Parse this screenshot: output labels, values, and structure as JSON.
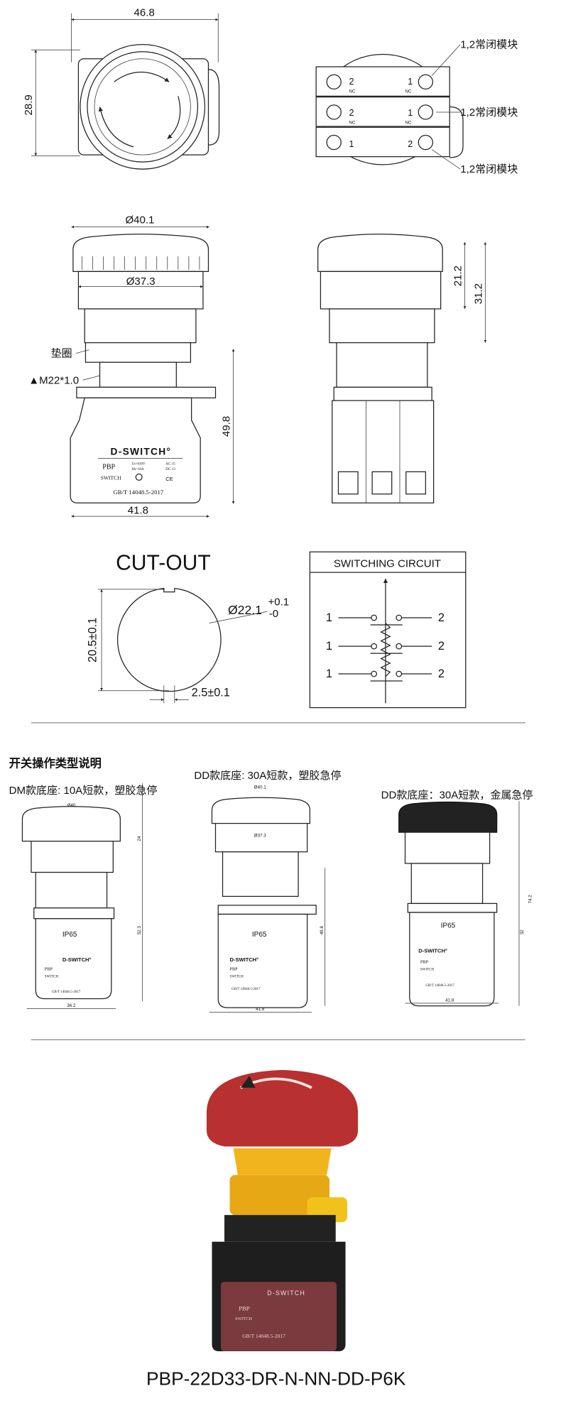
{
  "top_view": {
    "width_dim": "46.8",
    "height_dim": "28.9"
  },
  "rear_view": {
    "module_labels": [
      "1,2常闭模块",
      "1,2常闭模块",
      "1,2常闭模块"
    ],
    "terminal_left": "2",
    "terminal_right": "1",
    "nc": "NC",
    "bottom_left": "1",
    "bottom_right": "2"
  },
  "front_view": {
    "cap_diameter": "Ø40.1",
    "ring_diameter": "Ø37.3",
    "gasket_label": "垫圈",
    "thread_label": "▲M22*1.0",
    "height_dim": "49.8",
    "base_width": "41.8",
    "brand": "D-SWITCH°",
    "model": "PBP",
    "type": "SWITCH",
    "rating_ui": "Ui=630V",
    "rating_ith": "Ith=10A",
    "ac": "AC-15",
    "dc": "DC-13",
    "ce": "CE",
    "standard": "GB/T 14048.5-2017"
  },
  "side_view": {
    "dim_cap": "21.2",
    "dim_total": "31.2"
  },
  "cutout": {
    "title": "CUT-OUT",
    "diameter": "Ø22.1",
    "tol_plus": "+0.1",
    "tol_minus": "-0",
    "flat_dim": "20.5±0.1",
    "key_dim": "2.5±0.1"
  },
  "circuit": {
    "title": "SWITCHING CIRCUIT",
    "left_labels": [
      "1",
      "1",
      "1"
    ],
    "right_labels": [
      "2",
      "2",
      "2"
    ]
  },
  "types": {
    "heading": "开关操作类型说明",
    "items": [
      {
        "title": "DM款底座: 10A短款，塑胶急停",
        "dia": "Ø40",
        "h1": "24",
        "h2": "52.3",
        "w": "36.2",
        "ip": "IP65"
      },
      {
        "title": "DD款底座: 30A短款，塑胶急停",
        "dia": "Ø40.1",
        "dia2": "Ø37.3",
        "h2": "49.8",
        "w": "41.8",
        "ip": "IP65"
      },
      {
        "title": "DD款底座：30A短款，金属急停",
        "h1": "32",
        "h2": "74.2",
        "w": "41.8",
        "ip": "IP65"
      }
    ]
  },
  "photo": {
    "brand": "D-SWITCH",
    "model": "PBP",
    "type": "SWITCH",
    "standard": "GB/T 14048.5-2017"
  },
  "product_code": "PBP-22D33-DR-N-NN-DD-P6K",
  "colors": {
    "cap_red": "#b8302f",
    "collar_yellow": "#f2b41c",
    "body_black": "#1e1e1e",
    "base_maroon": "#7a3a3e"
  }
}
